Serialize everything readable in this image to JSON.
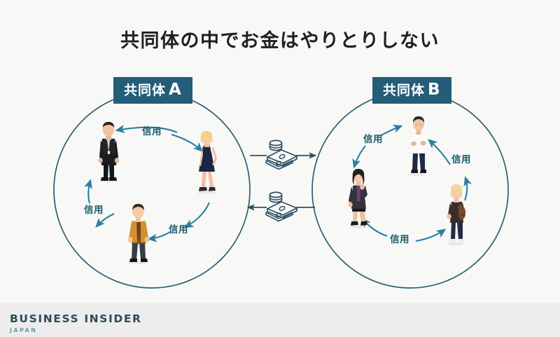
{
  "page": {
    "title": "共同体の中でお金はやりとりしない",
    "background_color": "#f8f8f7",
    "footer_band_color": "#ededed"
  },
  "colors": {
    "accent_teal": "#235d78",
    "circle_stroke": "#2d5f73",
    "arrow_trust": "#2a7fa0",
    "arrow_money": "#2c4f63",
    "title_text": "#231f20",
    "label_text": "#1f5b6e",
    "logo_main": "#2c4c5a",
    "logo_sub": "#6e97a8"
  },
  "communities": [
    {
      "id": "a",
      "badge_label": "共同体",
      "badge_letter": "A",
      "flow_direction": "clockwise",
      "trust_labels": [
        "信用",
        "信用",
        "信用"
      ],
      "members": [
        {
          "name": "man-in-black-suit",
          "desc": "男性 黒スーツ"
        },
        {
          "name": "woman-in-navy-dress",
          "desc": "女性 紺ワンピース"
        },
        {
          "name": "man-in-orange-jacket",
          "desc": "男性 オレンジジャケット"
        }
      ]
    },
    {
      "id": "b",
      "badge_label": "共同体",
      "badge_letter": "B",
      "flow_direction": "counterclockwise",
      "trust_labels": [
        "信用",
        "信用",
        "信用"
      ],
      "members": [
        {
          "name": "man-arms-crossed",
          "desc": "男性 腕組み 白シャツ"
        },
        {
          "name": "woman-in-dark-coat",
          "desc": "女性 ダークコート"
        },
        {
          "name": "person-with-backpack",
          "desc": "リュックの人物"
        }
      ]
    }
  ],
  "money_flows": [
    {
      "id": "top",
      "direction": "right",
      "icon": "money-stack-icon"
    },
    {
      "id": "bottom",
      "direction": "left",
      "icon": "money-stack-icon"
    }
  ],
  "logo": {
    "main": "BUSINESS INSIDER",
    "sub": "JAPAN"
  }
}
